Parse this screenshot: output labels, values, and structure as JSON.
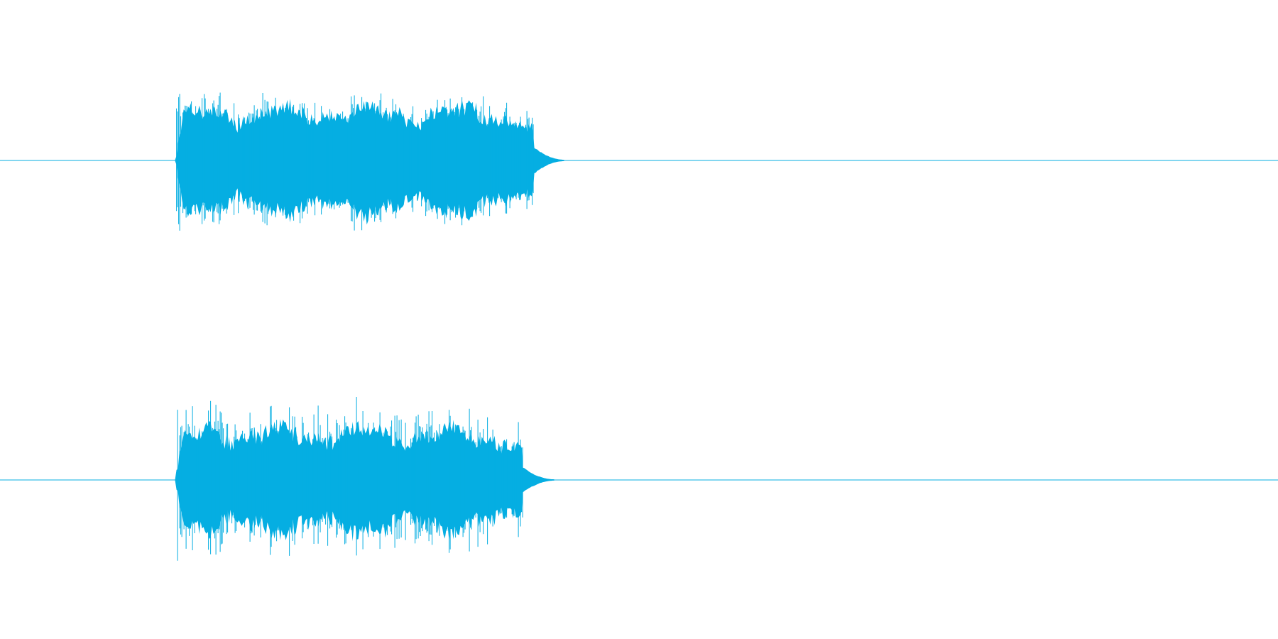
{
  "background": "#ffffff",
  "waveform_color": "#05aee2",
  "channels": [
    {
      "name": "upper",
      "onset": 0.137,
      "offset": 0.418,
      "tail_end": 0.442,
      "peak": 0.5,
      "body": 0.35,
      "ripple": 0.045,
      "seed": 17
    },
    {
      "name": "lower",
      "onset": 0.137,
      "offset": 0.409,
      "tail_end": 0.434,
      "peak": 0.55,
      "body": 0.34,
      "ripple": 0.05,
      "seed": 53
    }
  ]
}
